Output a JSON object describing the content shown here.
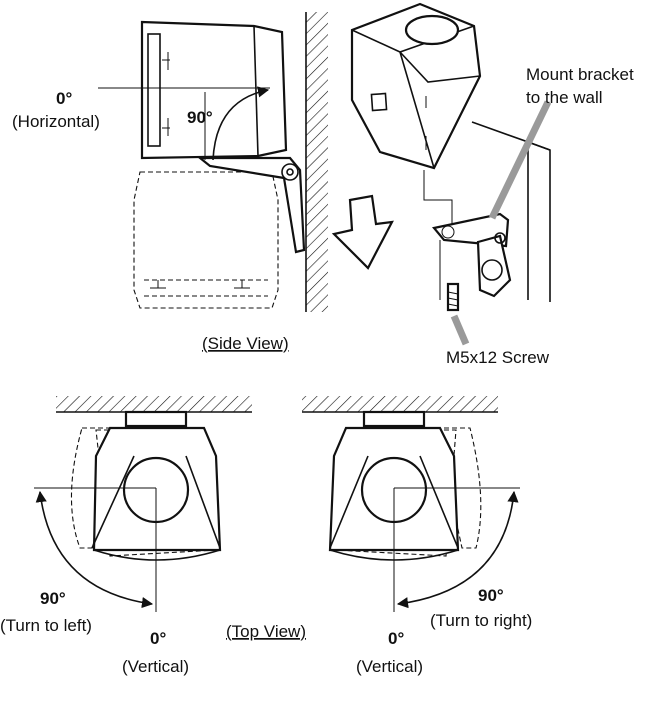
{
  "labels": {
    "side_angle_zero": "0°",
    "side_horizontal": "(Horizontal)",
    "side_angle_ninety": "90°",
    "mount_bracket_line1": "Mount bracket",
    "mount_bracket_line2": "to the wall",
    "side_view": "(Side View)",
    "screw": "M5x12 Screw",
    "left_angle_ninety": "90°",
    "left_turn": "(Turn to left)",
    "left_angle_zero": "0°",
    "left_vertical": "(Vertical)",
    "top_view": "(Top View)",
    "right_angle_zero": "0°",
    "right_vertical": "(Vertical)",
    "right_angle_ninety": "90°",
    "right_turn": "(Turn to right)"
  }
}
